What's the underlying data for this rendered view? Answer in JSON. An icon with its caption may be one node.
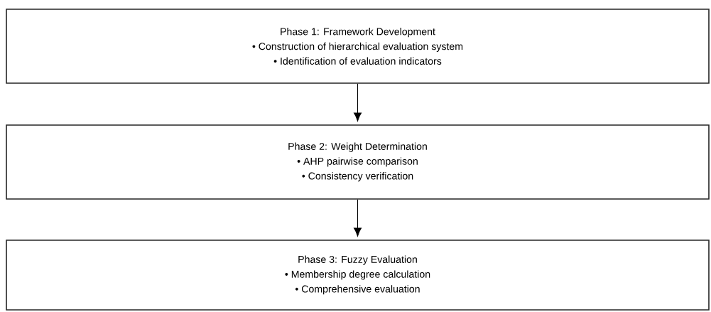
{
  "diagram": {
    "nodes": [
      {
        "text": [
          "Phase 1: Framework Development",
          "• Construction of hierarchical evaluation system",
          "• Identification of evaluation indicators"
        ]
      },
      {
        "text": [
          "Phase 2: Weight Determination",
          "• AHP pairwise comparison",
          "• Consistency verification"
        ]
      },
      {
        "text": [
          "Phase 3: Fuzzy Evaluation",
          "• Membership degree calculation",
          "• Comprehensive evaluation"
        ]
      }
    ],
    "edges": [
      {
        "from": 0,
        "to": 1,
        "arrow": "to"
      },
      {
        "from": 1,
        "to": 2,
        "arrow": "to"
      }
    ]
  }
}
